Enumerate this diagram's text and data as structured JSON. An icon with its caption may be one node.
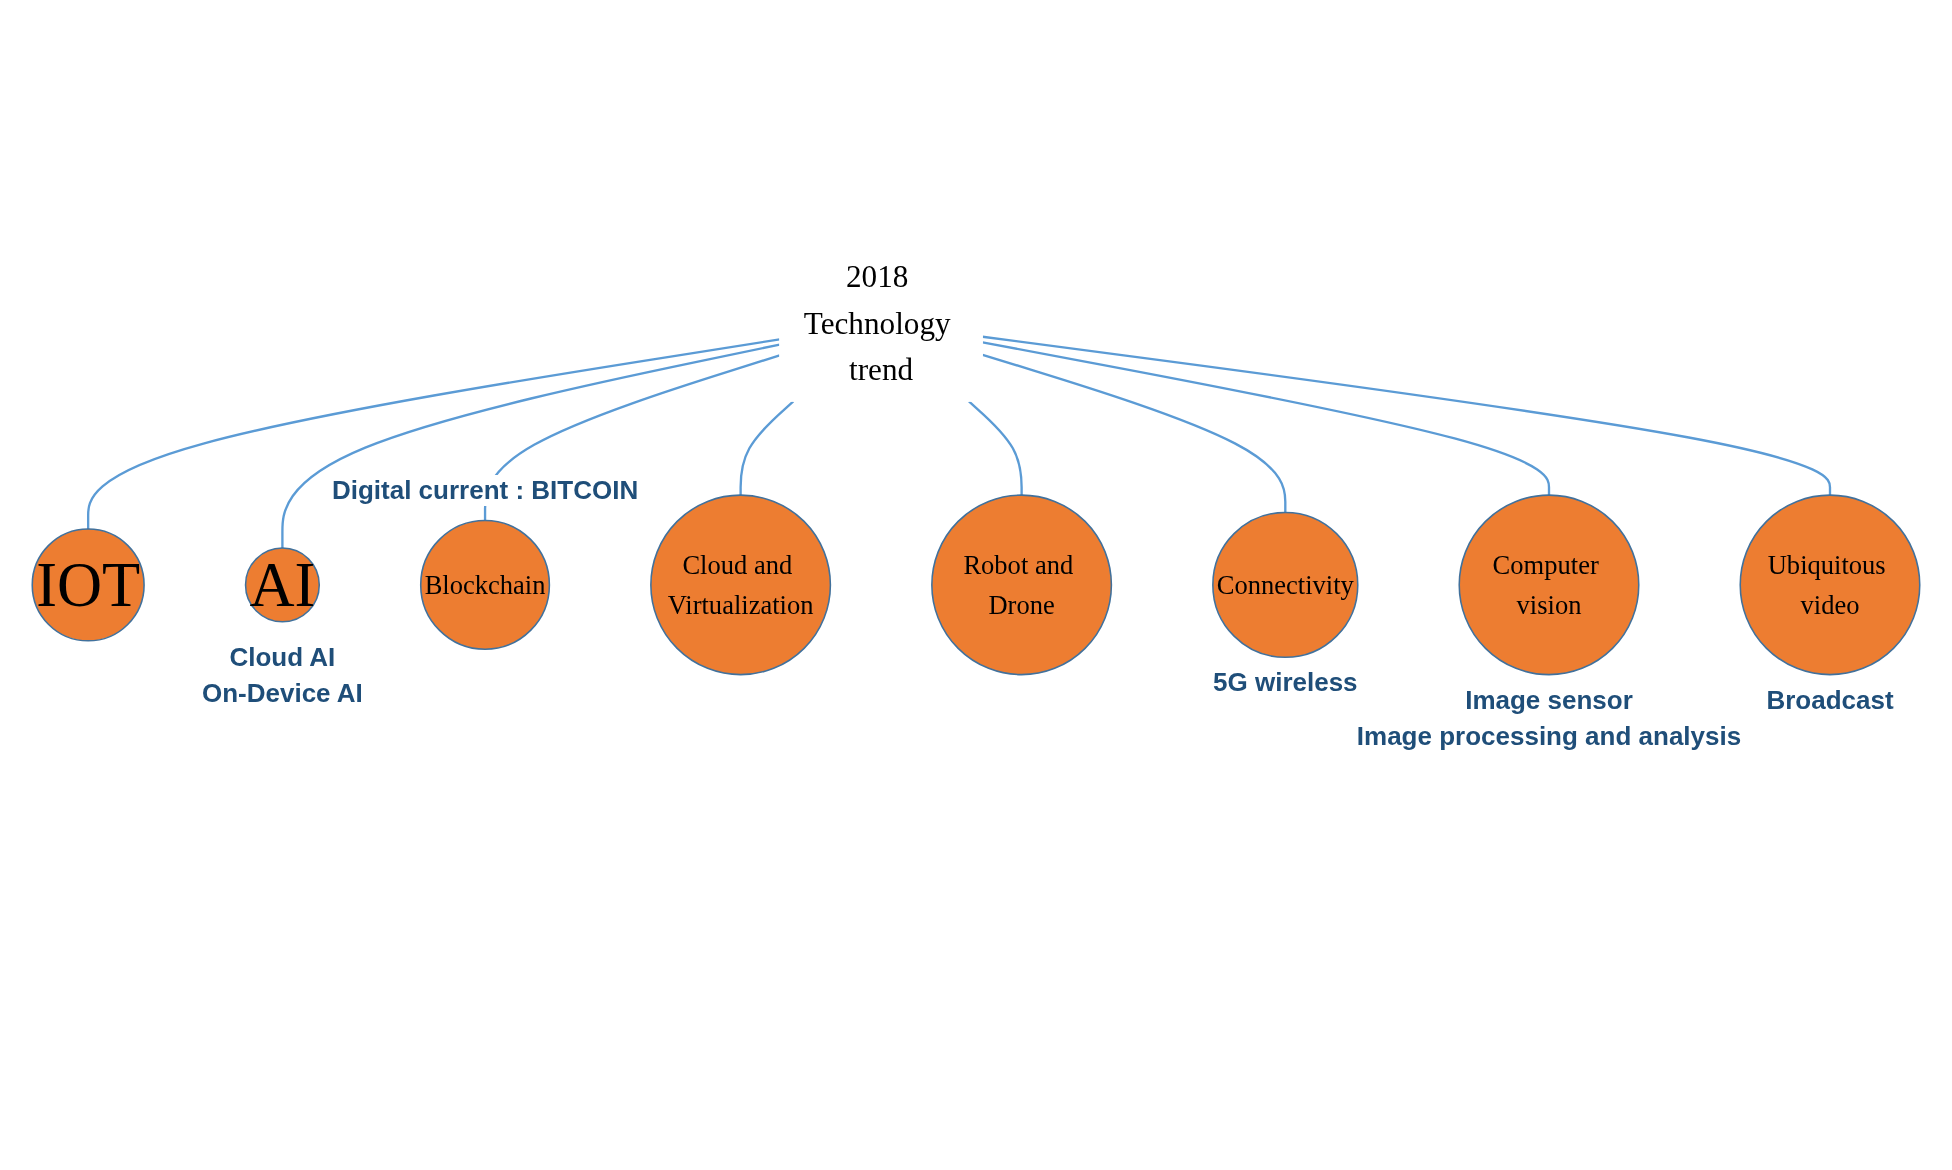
{
  "diagram": {
    "nodes": [
      {
        "text": [
          "IOT"
        ]
      },
      {
        "text": [
          "AI"
        ],
        "beside": [
          "Cloud AI",
          "On-Device AI"
        ]
      },
      {
        "text": [
          "Blockchain"
        ],
        "beside": [
          "Digital current : BITCOIN"
        ]
      },
      {
        "text": [
          "2018 Technology trend"
        ]
      },
      {
        "text": [
          "Cloud and Virtualization"
        ]
      },
      {
        "text": [
          "Robot and Drone"
        ]
      },
      {
        "text": [
          "Connectivity"
        ],
        "beside": [
          "5G wireless"
        ]
      },
      {
        "text": [
          "Computer vision"
        ],
        "beside": [
          "Image sensor",
          "Image processing and analysis"
        ]
      },
      {
        "text": [
          "Ubiquitous video"
        ],
        "beside": [
          "Broadcast"
        ]
      }
    ],
    "edges": [
      {
        "from": 3,
        "to": 0,
        "arrow": "none"
      },
      {
        "from": 3,
        "to": 1,
        "arrow": "none"
      },
      {
        "from": 3,
        "to": 2,
        "arrow": "none"
      },
      {
        "from": 3,
        "to": 4,
        "arrow": "none"
      },
      {
        "from": 3,
        "to": 5,
        "arrow": "none"
      },
      {
        "from": 3,
        "to": 6,
        "arrow": "none"
      },
      {
        "from": 3,
        "to": 7,
        "arrow": "none"
      },
      {
        "from": 3,
        "to": 8,
        "arrow": "none"
      }
    ]
  }
}
